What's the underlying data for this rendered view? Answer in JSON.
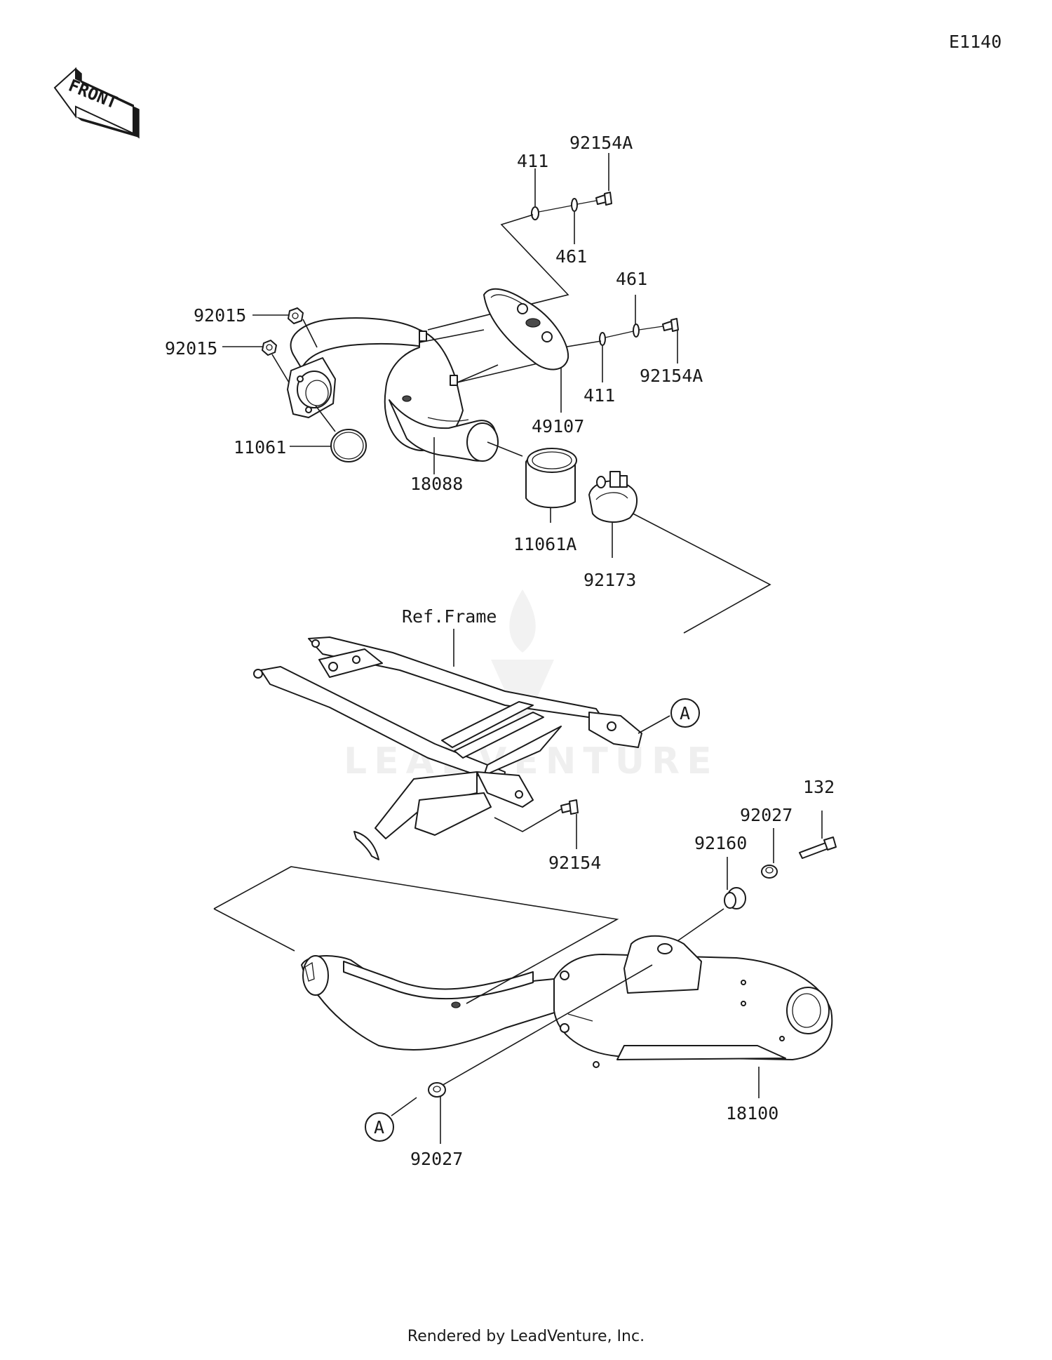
{
  "diagram_id": "E1140",
  "front_arrow_label": "FRONT",
  "reference_frame_label": "Ref.Frame",
  "callout_letter": "A",
  "watermark": "LEADVENTURE",
  "footer": "Rendered by LeadVenture, Inc.",
  "part_labels": {
    "p92154A_top": "92154A",
    "p411_top": "411",
    "p461_top": "461",
    "p461_right": "461",
    "p92015_a": "92015",
    "p92015_b": "92015",
    "p411_right": "411",
    "p92154A_right": "92154A",
    "p49107": "49107",
    "p11061": "11061",
    "p18088": "18088",
    "p11061A": "11061A",
    "p92173": "92173",
    "p132": "132",
    "p92027_top": "92027",
    "p92160": "92160",
    "p92154": "92154",
    "p18100": "18100",
    "p92027_bottom": "92027"
  }
}
